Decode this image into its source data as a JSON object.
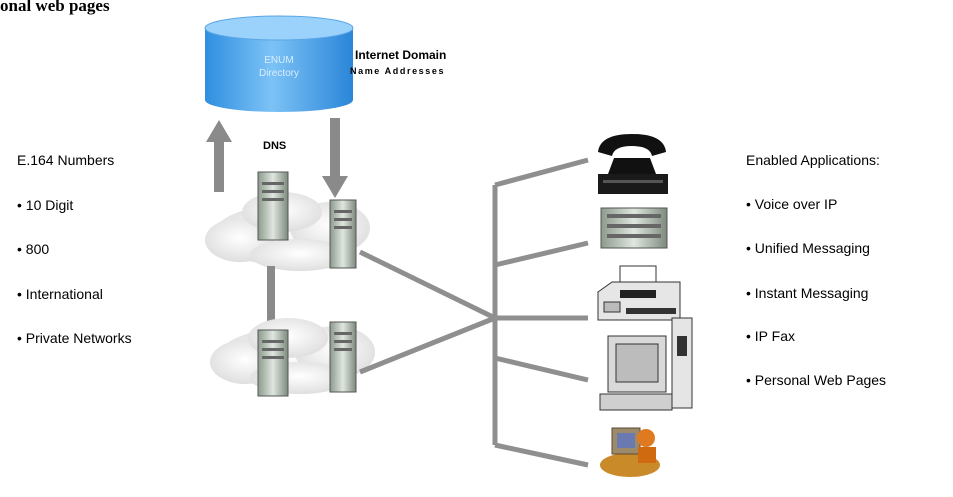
{
  "title": "onal web pages",
  "directory": {
    "line1": "ENUM",
    "line2": "Directory"
  },
  "domain_label": {
    "line1": "Internet Domain",
    "line2": "Name Addresses"
  },
  "dns_label": "DNS",
  "left_list": {
    "heading": "E.164 Numbers",
    "items": [
      "• 10 Digit",
      "• 800",
      "• International",
      "• Private Networks"
    ]
  },
  "right_list": {
    "heading": "Enabled Applications:",
    "items": [
      "• Voice over IP",
      "• Unified Messaging",
      "• Instant Messaging",
      "• IP Fax",
      "• Personal Web Pages"
    ]
  },
  "colors": {
    "cylinder": "#4aa8f0",
    "arrow": "#8a8a8a",
    "line": "#8f8f8f",
    "cloud": "#f0f0f0"
  },
  "icons": [
    "telephone-icon",
    "server-icon",
    "fax-machine-icon",
    "computer-icon",
    "person-at-computer-icon"
  ]
}
